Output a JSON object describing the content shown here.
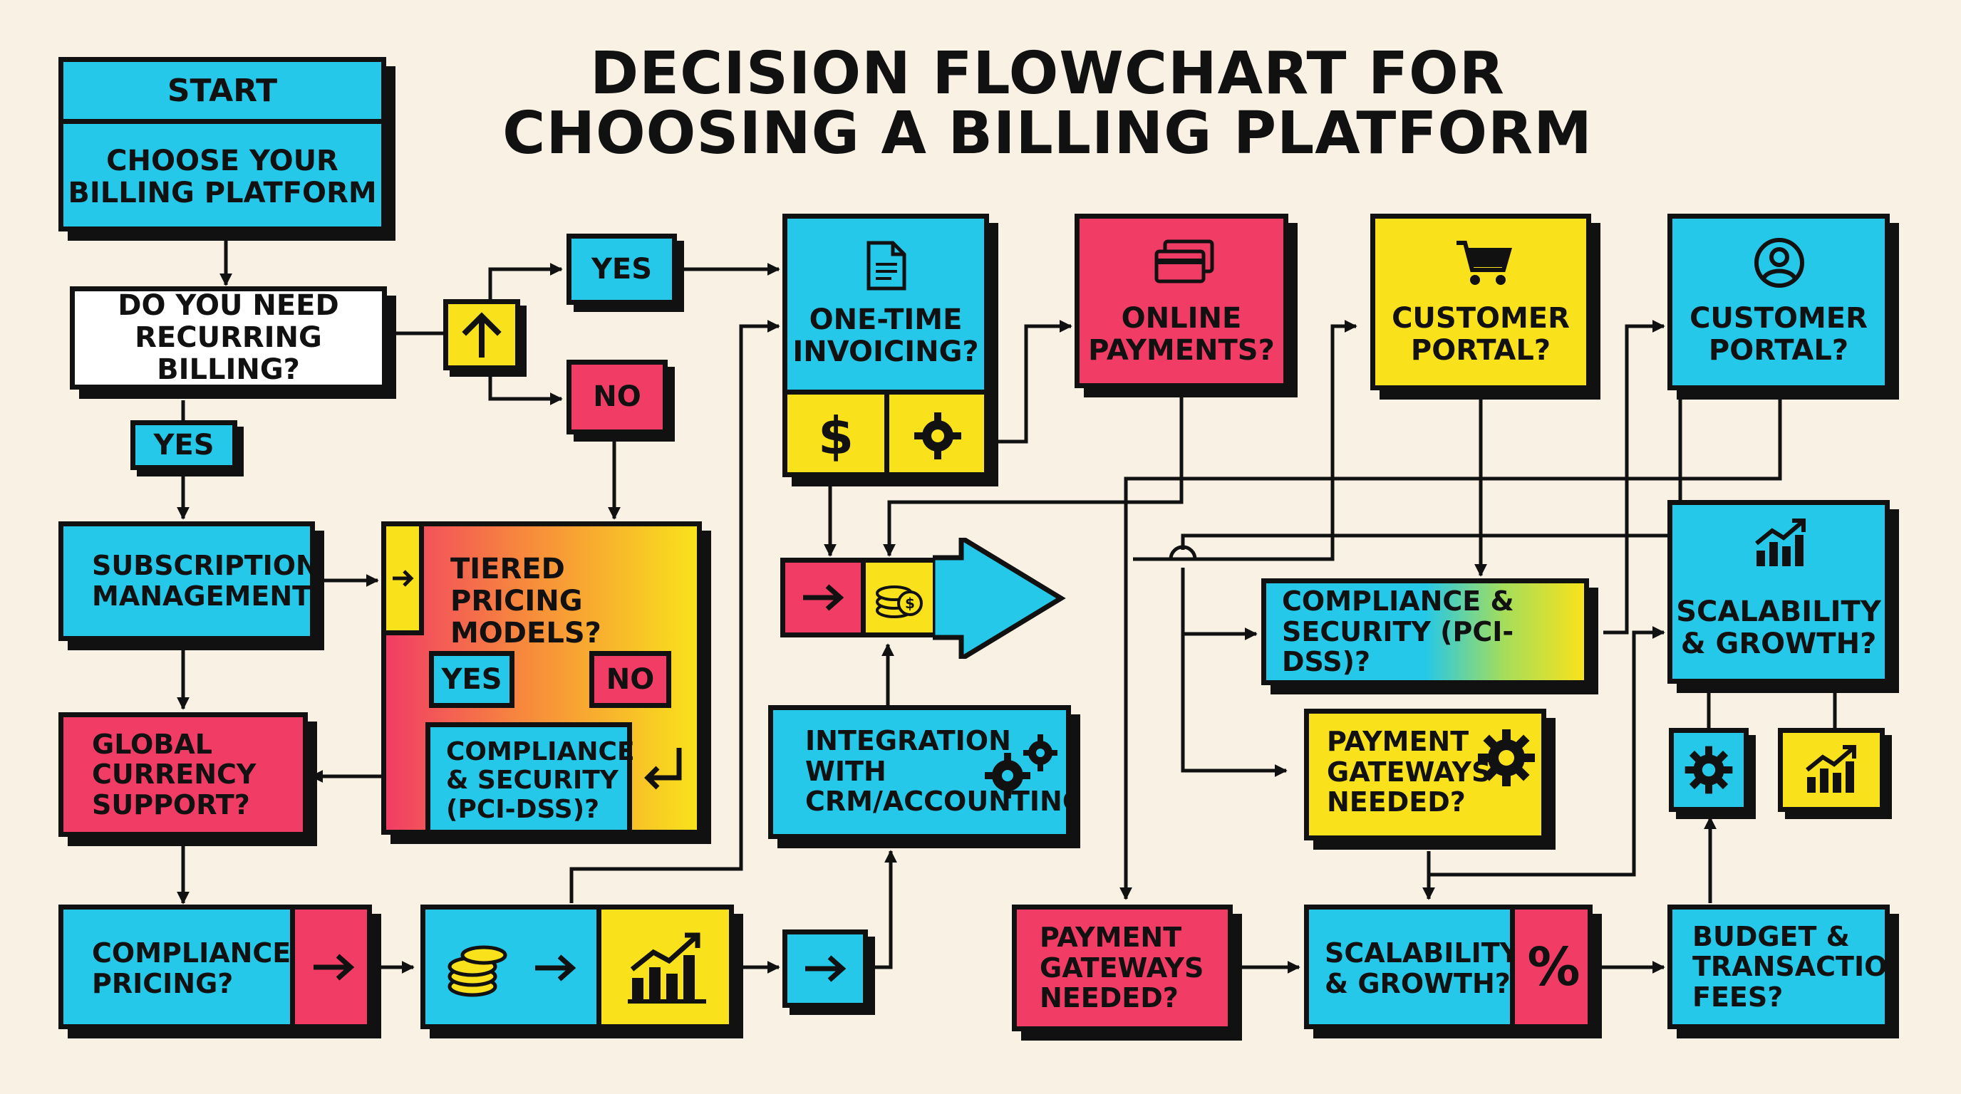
{
  "title_line1": "DECISION FLOWCHART FOR",
  "title_line2": "CHOOSING A BILLING PLATFORM",
  "nodes": {
    "start": "START",
    "choose": "CHOOSE YOUR\nBILLING PLATFORM",
    "recurring": "DO YOU NEED\nRECURRING BILLING?",
    "yes_top": "YES",
    "no_top": "NO",
    "yes_left": "YES",
    "subscription": "SUBSCRIPTION\nMANAGEMENT?",
    "tiered": "TIERED PRICING\nMODELS?",
    "yes_tiered": "YES",
    "no_tiered": "NO",
    "global_currency": "GLOBAL\nCURRENCY\nSUPPORT?",
    "compliance_mid": "COMPLIANCE\n& SECURITY\n(PCI-DSS)?",
    "compliance_pricing": "COMPLIANCE\nPRICING?",
    "one_time": "ONE-TIME\nINVOICING?",
    "online_payments": "ONLINE\nPAYMENTS?",
    "customer_portal_1": "CUSTOMER\nPORTAL?",
    "customer_portal_2": "CUSTOMER\nPORTAL?",
    "integration": "INTEGRATION\nWITH\nCRM/ACCOUNTING?",
    "compliance_right": "COMPLIANCE  &\nSECURITY (PCI-DSS)?",
    "payment_gateways_1": "PAYMENT\nGATEWAYS\nNEEDED?",
    "scalability_1": "SCALABILITY\n& GROWTH?",
    "payment_gateways_2": "PAYMENT\nGATEWAYS\nNEEDED?",
    "scalability_2": "SCALABILITY\n& GROWTH?",
    "budget": "BUDGET &\nTRANSACTION\nFEES?"
  },
  "colors": {
    "cyan": "#25c8e8",
    "red": "#f13d65",
    "yellow": "#f9e21b",
    "ink": "#111111",
    "background": "#f8f1e4"
  },
  "icons": [
    "document-icon",
    "credit-card-icon",
    "shopping-cart-icon",
    "user-icon",
    "dollar-icon",
    "gear-icon",
    "coins-icon",
    "bar-chart-icon",
    "percent-icon",
    "arrow-right-icon",
    "arrow-up-icon",
    "return-arrow-icon"
  ]
}
